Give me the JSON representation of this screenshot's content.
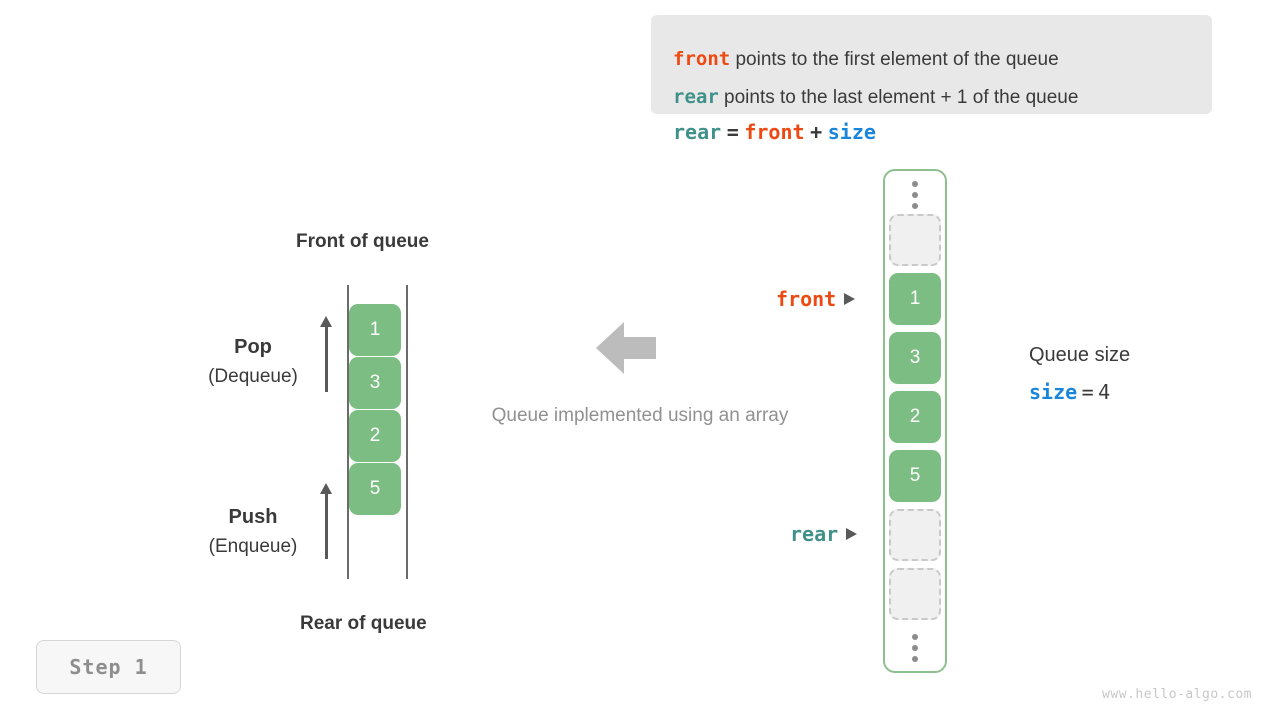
{
  "note": {
    "line1": {
      "keyword": "front",
      "text": "points to the first element of the queue"
    },
    "line2": {
      "keyword": "rear",
      "text": "points to the last element + 1 of the queue"
    }
  },
  "formula": {
    "lhs": "rear",
    "eq": "=",
    "rhs1": "front",
    "plus": "+",
    "rhs2": "size"
  },
  "left_diagram": {
    "top_title": "Front of queue",
    "bottom_title": "Rear of queue",
    "cells": [
      "1",
      "3",
      "2",
      "5"
    ],
    "pop_label": "Pop",
    "pop_sub": "(Dequeue)",
    "push_label": "Push",
    "push_sub": "(Enqueue)"
  },
  "center": {
    "caption": "Queue implemented using an array",
    "arrow_icon": "arrow-left-icon"
  },
  "array": {
    "ellipsis_top": "vertical-ellipsis-icon",
    "ellipsis_bottom": "vertical-ellipsis-icon",
    "cells": [
      {
        "value": "",
        "state": "empty"
      },
      {
        "value": "1",
        "state": "filled"
      },
      {
        "value": "3",
        "state": "filled"
      },
      {
        "value": "2",
        "state": "filled"
      },
      {
        "value": "5",
        "state": "filled"
      },
      {
        "value": "",
        "state": "empty"
      },
      {
        "value": "",
        "state": "empty"
      }
    ]
  },
  "pointers": {
    "front": "front",
    "rear": "rear"
  },
  "size_note": {
    "title": "Queue size",
    "keyword": "size",
    "equals": "=",
    "value": "4"
  },
  "footer": {
    "step": "Step 1",
    "watermark": "www.hello-algo.com"
  },
  "colors": {
    "accent_front": "#ec4a12",
    "accent_rear": "#3f9189",
    "accent_size": "#1a86db",
    "cell_green": "#7cbd83",
    "note_bg": "#e8e8e8",
    "gray_text": "#919191"
  }
}
